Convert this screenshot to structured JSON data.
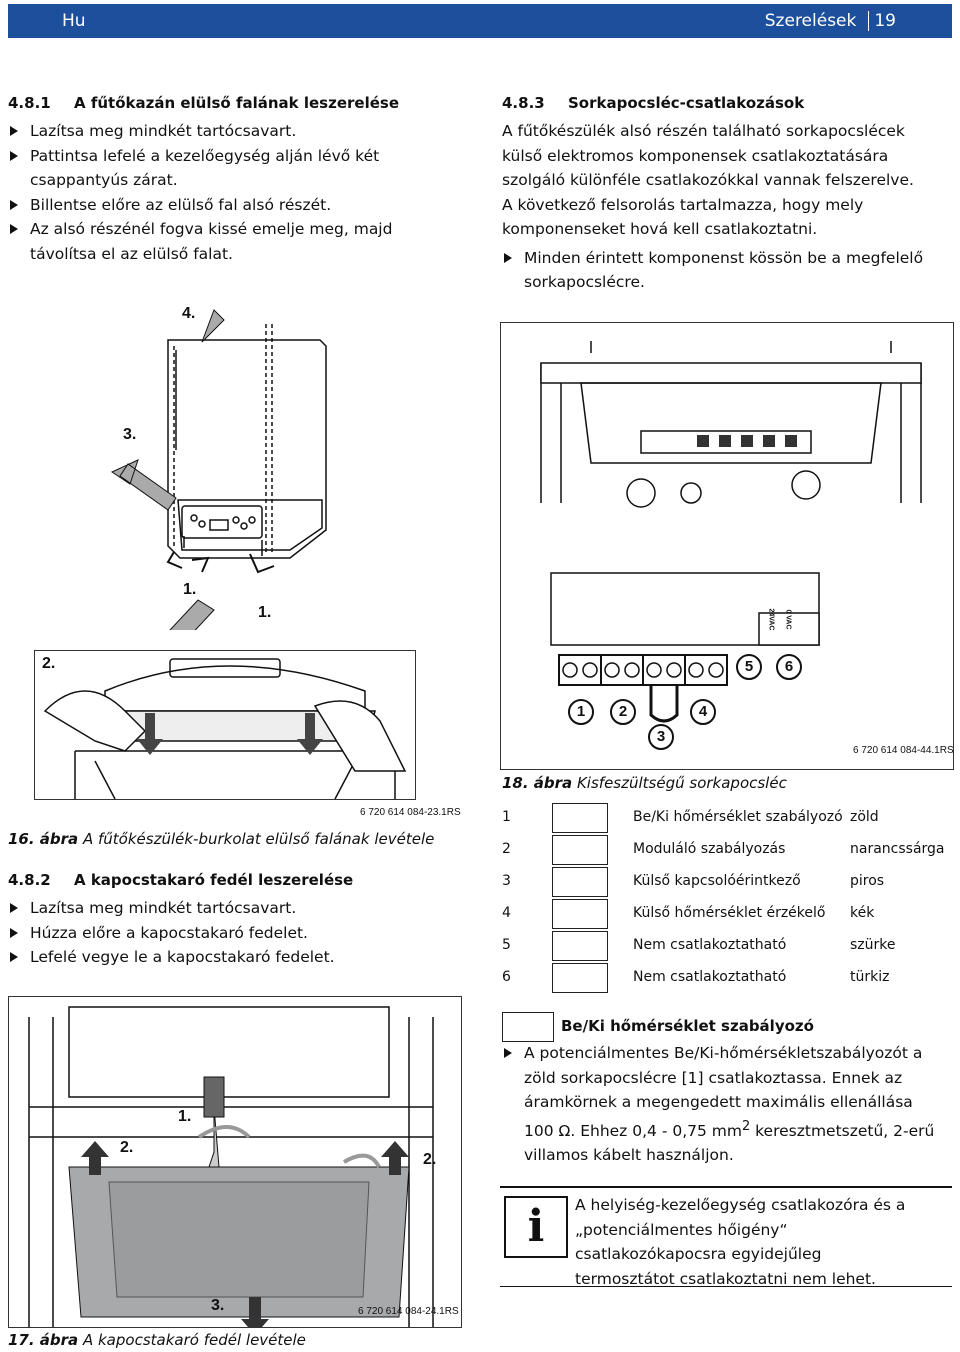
{
  "header": {
    "section": "Hu",
    "title": "Szerelések",
    "page": "19"
  },
  "s481": {
    "num": "4.8.1",
    "title": "A fűtőkazán elülső falának leszerelése",
    "items": [
      "Lazítsa meg mindkét tartócsavart.",
      "Pattintsa lefelé a kezelőegység alján lévő két csappantyús zárat.",
      "Billentse előre az elülső fal alsó részét.",
      "Az alsó részénél fogva kissé emelje meg, majd távolítsa el az elülső falat."
    ]
  },
  "fig16": {
    "labels": {
      "s4": "4.",
      "s3": "3.",
      "s1a": "1.",
      "s1b": "1.",
      "s2": "2."
    },
    "code": "6 720 614 084-23.1RS",
    "num": "16. ábra",
    "caption": "A fűtőkészülék-burkolat elülső falának levétele"
  },
  "s482": {
    "num": "4.8.2",
    "title": "A kapocstakaró fedél leszerelése",
    "items": [
      "Lazítsa meg mindkét tartócsavart.",
      "Húzza előre a kapocstakaró fedelet.",
      "Lefelé vegye le a kapocstakaró fedelet."
    ]
  },
  "fig17": {
    "labels": {
      "s1": "1.",
      "s2a": "2.",
      "s2b": "2.",
      "s3": "3."
    },
    "code": "6 720 614 084-24.1RS",
    "num": "17. ábra",
    "caption": "A kapocstakaró fedél levétele"
  },
  "s483": {
    "num": "4.8.3",
    "title": "Sorkapocsléc-csatlakozások",
    "para": [
      "A fűtőkészülék alsó részén található sorkapocslécek",
      "külső elektromos komponensek csatlakoztatására",
      "szolgáló különféle csatlakozókkal vannak felszerelve.",
      "A következő felsorolás tartalmazza, hogy mely",
      "komponenseket hová kell csatlakoztatni."
    ],
    "item": [
      "Minden érintett komponenst kössön be a megfelelő",
      "sorkapocslécre."
    ]
  },
  "fig18": {
    "code": "6 720 614 084-44.1RS",
    "num": "18. ábra",
    "caption": "Kisfeszültségű sorkapocsléc",
    "terms": [
      "5",
      "6",
      "1",
      "2",
      "4",
      "3"
    ],
    "voltage": [
      "24VAC",
      "0 VAC"
    ]
  },
  "terminal_table": [
    {
      "n": "1",
      "desc": "Be/Ki hőmérséklet szabályozó",
      "color": "zöld",
      "icon": "on-off-thermostat-icon"
    },
    {
      "n": "2",
      "desc": "Moduláló szabályozás",
      "color": "narancssárga",
      "icon": "modulating-control-icon"
    },
    {
      "n": "3",
      "desc": "Külső kapcsolóérintkező",
      "color": "piros",
      "icon": "switch-contact-icon"
    },
    {
      "n": "4",
      "desc": "Külső hőmérséklet érzékelő",
      "color": "kék",
      "icon": "outdoor-sensor-icon"
    },
    {
      "n": "5",
      "desc": "Nem csatlakoztatható",
      "color": "szürke",
      "icon": "tap-thermometer-icon"
    },
    {
      "n": "6",
      "desc": "Nem csatlakoztatható",
      "color": "türkiz",
      "icon": "24vac-pump-icon"
    }
  ],
  "bk": {
    "title": "Be/Ki hőmérséklet szabályozó",
    "lines": [
      "A potenciálmentes Be/Ki-hőmérsékletszabályozót a",
      "zöld sorkapocslécre [1] csatlakoztassa. Ennek az",
      "áramkörnek a megengedett maximális ellenállása"
    ],
    "l4a": "100 Ω. Ehhez 0,4 - 0,75 mm",
    "l4sup": "2",
    "l4b": " keresztmetszetű, 2-erű",
    "l5": "villamos kábelt használjon."
  },
  "info": {
    "lines": [
      "A helyiség-kezelőegység csatlakozóra és a",
      "„potenciálmentes hőigény“",
      "csatlakozókapocsra egyidejűleg",
      "termosztátot csatlakoztatni nem lehet."
    ]
  },
  "colors": {
    "header_bg": "#1c4f9c",
    "cover_grey": "#a7a9ab"
  }
}
